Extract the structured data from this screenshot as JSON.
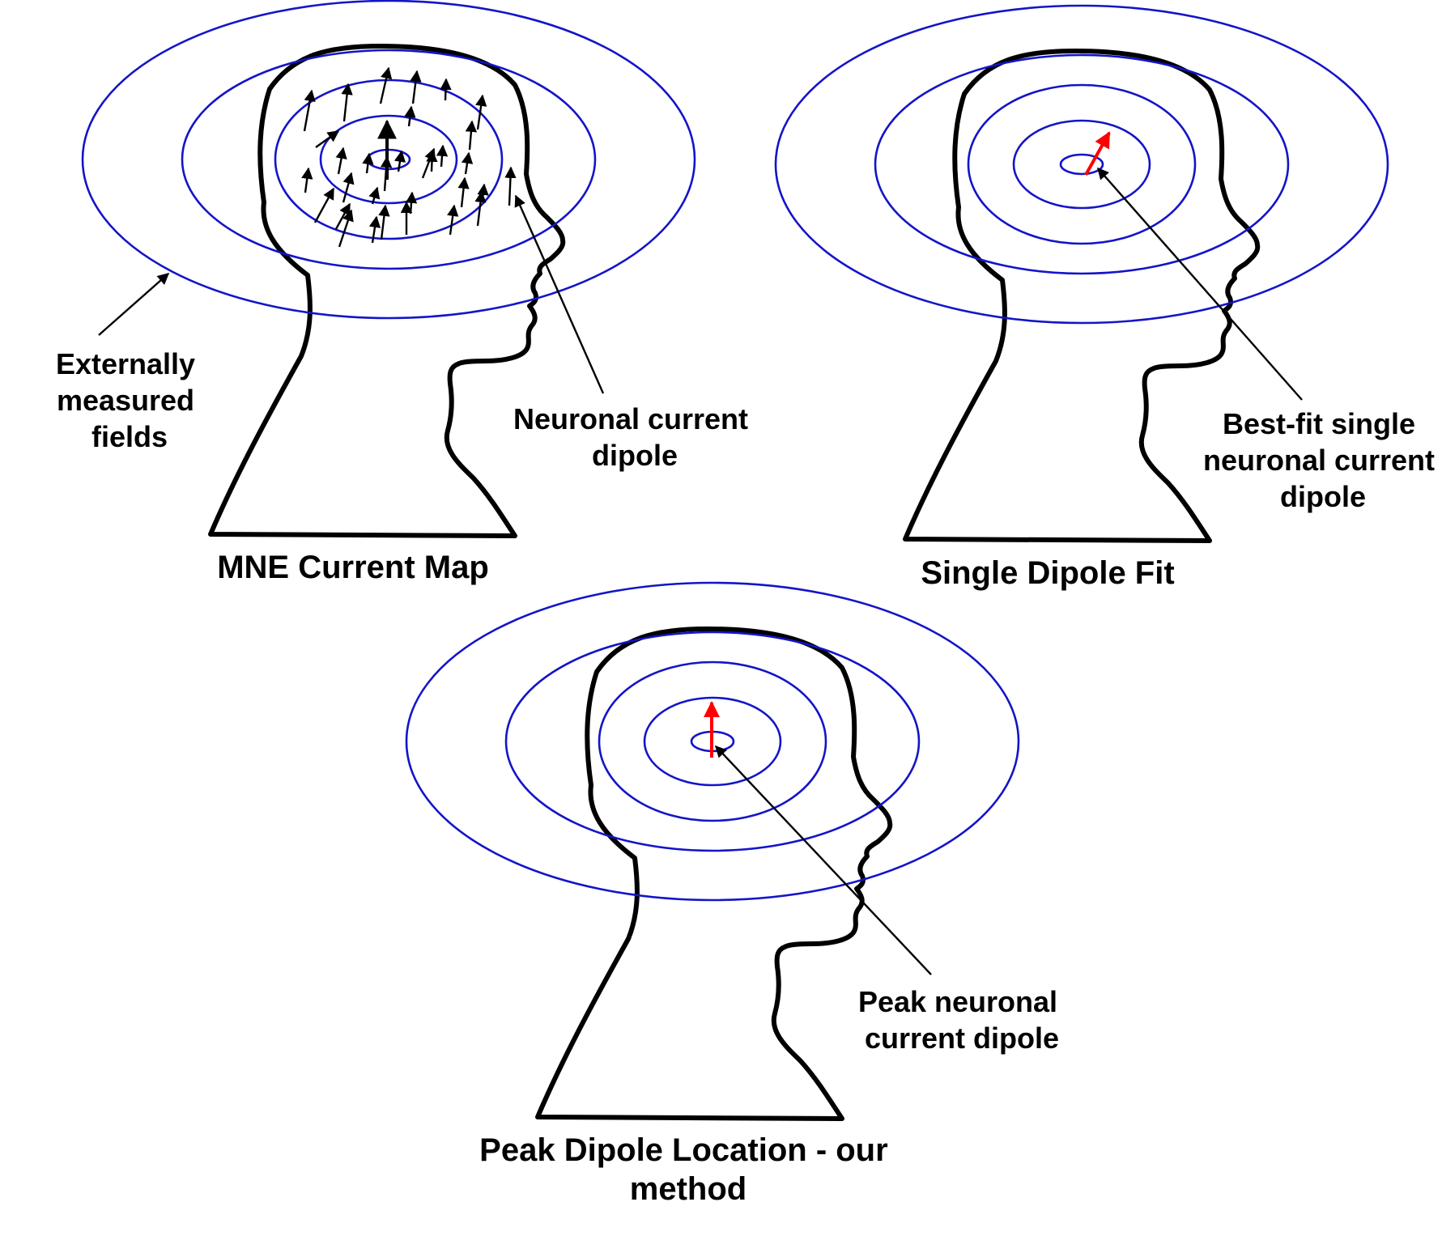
{
  "colors": {
    "field_line": "#1414c8",
    "head_outline": "#000000",
    "dipole_black": "#000000",
    "dipole_red": "#ff0000"
  },
  "panels": [
    {
      "id": "mne",
      "caption": [
        "MNE Current Map"
      ],
      "callouts": [
        {
          "lines": [
            "Externally",
            "measured",
            "fields"
          ]
        },
        {
          "lines": [
            "Neuronal current",
            "dipole"
          ]
        }
      ],
      "dipole_style": "distributed"
    },
    {
      "id": "single",
      "caption": [
        "Single Dipole Fit"
      ],
      "callouts": [
        {
          "lines": [
            "Best-fit single",
            "neuronal current",
            "dipole"
          ]
        }
      ],
      "dipole_style": "single-tilted"
    },
    {
      "id": "peak",
      "caption": [
        "Peak Dipole Location - our",
        "method"
      ],
      "callouts": [
        {
          "lines": [
            "Peak neuronal",
            "current dipole"
          ]
        }
      ],
      "dipole_style": "single-vertical"
    }
  ]
}
